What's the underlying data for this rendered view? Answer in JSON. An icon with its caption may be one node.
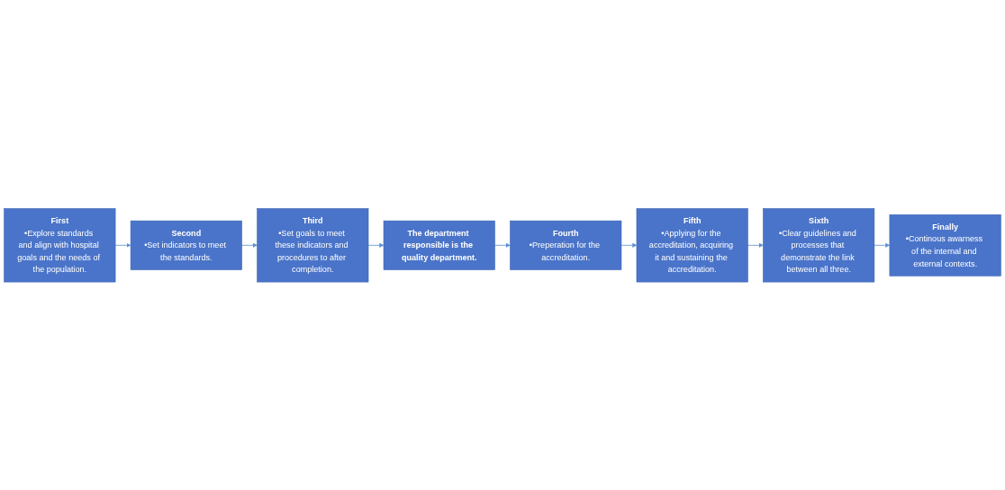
{
  "diagram": {
    "nodes": [
      {
        "text": [
          "First",
          "•Explore standards and align with hospital goals and the needs of the population."
        ]
      },
      {
        "text": [
          "Second",
          "•Set indicators to meet the standards."
        ]
      },
      {
        "text": [
          "Third",
          "•Set goals to meet these indicators and procedures to after completion."
        ]
      },
      {
        "text": [
          "The department responsible is the quality department."
        ]
      },
      {
        "text": [
          "Fourth",
          "•Preperation for the accreditation."
        ]
      },
      {
        "text": [
          "Fifth",
          "•Applying for the accreditation, acquiring it and sustaining the accreditation."
        ]
      },
      {
        "text": [
          "Sixth",
          "•Clear guidelines and processes that demonstrate the link between all three."
        ]
      },
      {
        "text": [
          "Finally",
          "•Continous awarness of the internal and external contexts."
        ]
      }
    ],
    "edges": [
      {
        "from": 0,
        "to": 1,
        "arrow": "to"
      },
      {
        "from": 1,
        "to": 2,
        "arrow": "to"
      },
      {
        "from": 2,
        "to": 3,
        "arrow": "to"
      },
      {
        "from": 3,
        "to": 4,
        "arrow": "to"
      },
      {
        "from": 4,
        "to": 5,
        "arrow": "to"
      },
      {
        "from": 5,
        "to": 6,
        "arrow": "to"
      },
      {
        "from": 6,
        "to": 7,
        "arrow": "to"
      }
    ]
  }
}
